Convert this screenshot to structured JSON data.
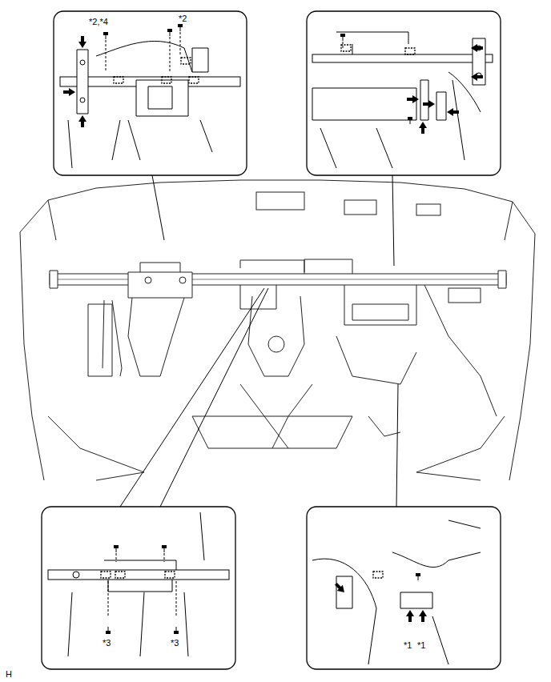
{
  "diagram": {
    "labels": [
      "*2,*4",
      "*2",
      "*3",
      "*3",
      "*1",
      "*1",
      "H"
    ]
  }
}
